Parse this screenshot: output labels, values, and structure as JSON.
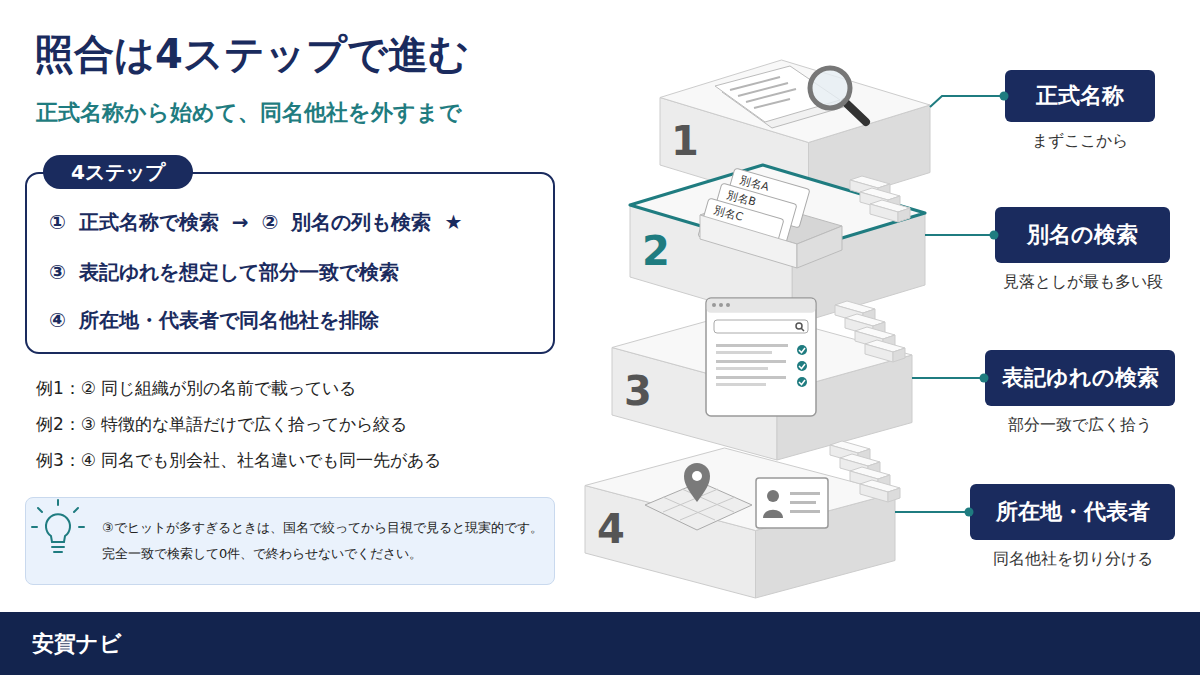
{
  "diagram": {
    "title": "照合は4ステップで進む",
    "nodes": [
      {
        "text": [
          "4ステップ",
          "① 正式名称で検索 → ② 別名の列も検索 ★",
          "③ 表記ゆれを想定して部分一致で検索",
          "④ 所在地・代表者で同名他社を排除"
        ]
      },
      {
        "text": [
          "③でヒットが多すぎるときは、国名で絞ってから目視で見ると現実的です。 完全一致で検索して0件、で終わらせないでください。"
        ]
      },
      {
        "text": [
          "1"
        ]
      },
      {
        "text": [
          "正式名称",
          "まずここから"
        ]
      },
      {
        "text": [
          "2"
        ]
      },
      {
        "text": [
          "別名の検索",
          "見落としが最も多い段"
        ]
      },
      {
        "text": [
          "3"
        ]
      },
      {
        "text": [
          "表記ゆれの検索",
          "部分一致で広く拾う"
        ]
      },
      {
        "text": [
          "4"
        ]
      },
      {
        "text": [
          "所在地・代表者",
          "同名他社を切り分ける"
        ]
      },
      {
        "text": [
          "安賀ナビ"
        ]
      }
    ],
    "edges": [
      {
        "from": 2,
        "to": 3,
        "arrow": "none"
      },
      {
        "from": 4,
        "to": 5,
        "arrow": "none"
      },
      {
        "from": 6,
        "to": 7,
        "arrow": "none"
      },
      {
        "from": 8,
        "to": 9,
        "arrow": "none"
      }
    ],
    "labels": [
      "正式名称から始めて、同名他社を外すまで",
      "例1：② 同じ組織が別の名前で載っている",
      "例2：③ 特徴的な単語だけで広く拾ってから絞る",
      "例3：④ 同名でも別会社、社名違いでも同一先がある",
      "別名A",
      "別名B",
      "別名C"
    ]
  }
}
